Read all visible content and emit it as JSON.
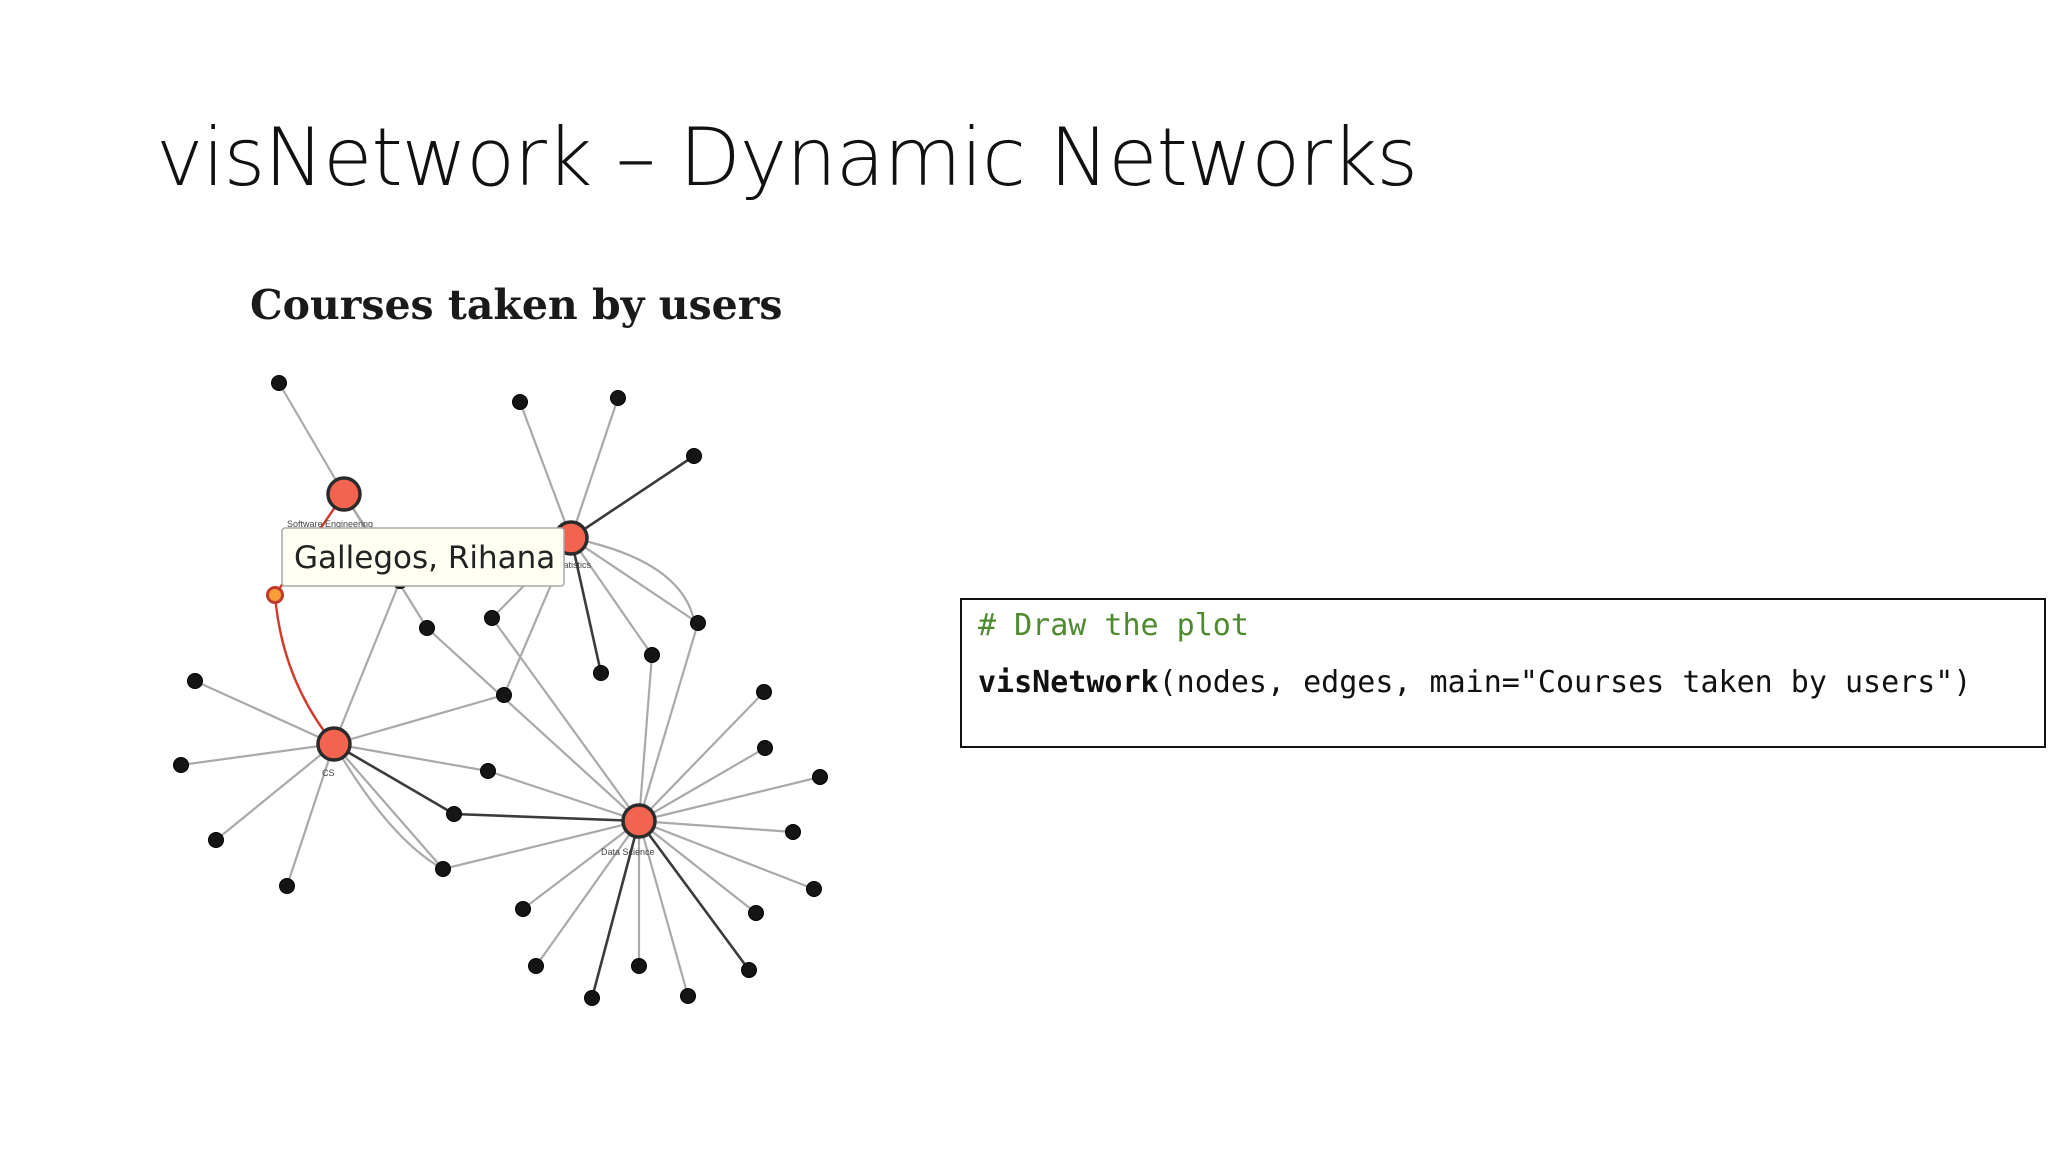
{
  "slide": {
    "title": "visNetwork – Dynamic Networks"
  },
  "network": {
    "title": "Courses taken by users",
    "tooltip": "Gallegos, Rihana",
    "course_labels": {
      "software": "Software Engineering",
      "stats": "Statistics",
      "cs": "CS",
      "data_science": "Data Science"
    },
    "colors": {
      "course": "#f2644f",
      "user": "#151515",
      "highlight_edge": "#d03a2a",
      "highlight_node": "#f7a03a"
    }
  },
  "code": {
    "comment": "# Draw the plot",
    "function": "visNetwork",
    "arguments": "(nodes, edges, main=\"Courses taken by users\")"
  }
}
